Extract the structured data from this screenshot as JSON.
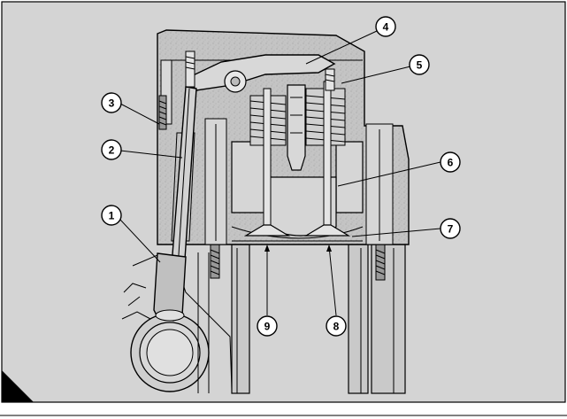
{
  "diagram": {
    "colors": {
      "frame_background": "#d4d4d4",
      "part_fill": "#bfbfbf",
      "cavity_fill": "#d6d6d6",
      "line": "#000000",
      "corner_marker": "#000000"
    },
    "callouts": [
      {
        "id": "1",
        "label": "1"
      },
      {
        "id": "2",
        "label": "2"
      },
      {
        "id": "3",
        "label": "3"
      },
      {
        "id": "4",
        "label": "4"
      },
      {
        "id": "5",
        "label": "5"
      },
      {
        "id": "6",
        "label": "6"
      },
      {
        "id": "7",
        "label": "7"
      },
      {
        "id": "8",
        "label": "8"
      },
      {
        "id": "9",
        "label": "9"
      }
    ]
  }
}
